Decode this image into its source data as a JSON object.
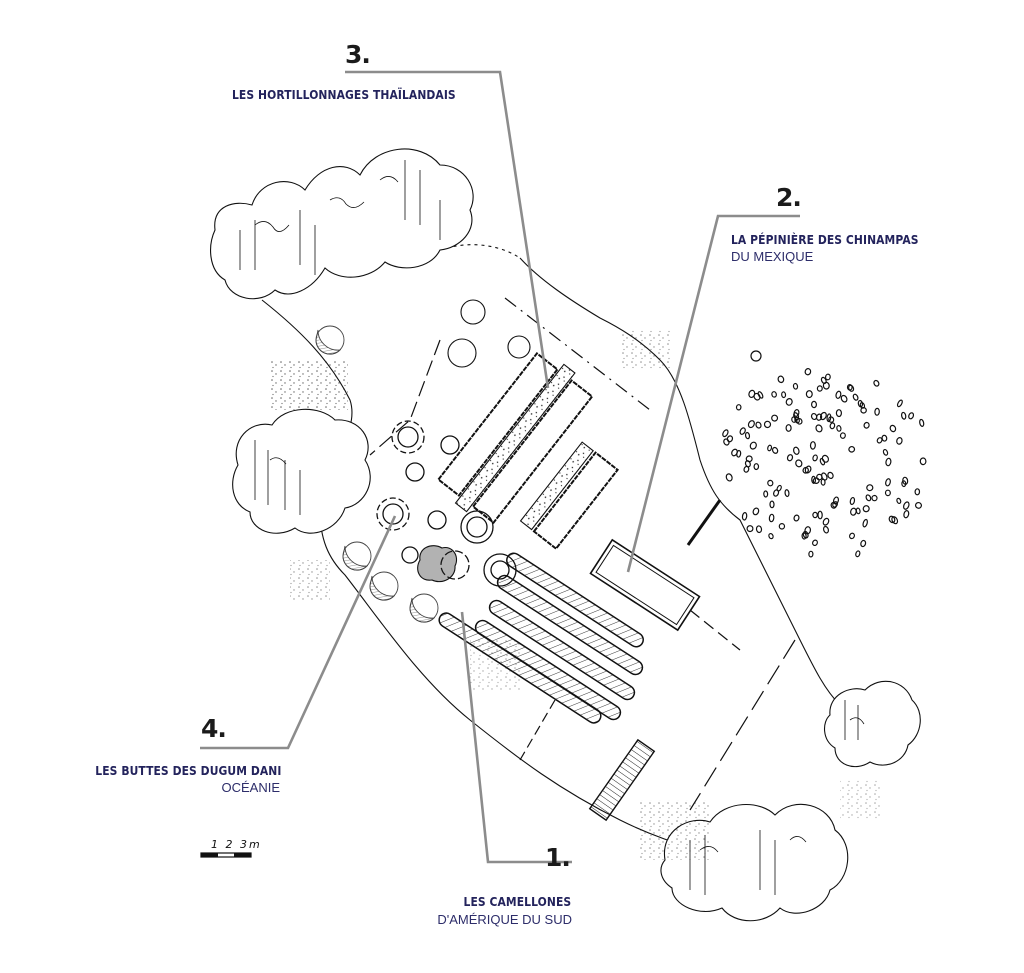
{
  "labels": [
    {
      "number": "1.",
      "title": "LES CAMELLONES",
      "subtitle": "D'AMÉRIQUE DU SUD"
    },
    {
      "number": "2.",
      "title": "LA PÉPINIÈRE DES CHINAMPAS",
      "subtitle": "DU MEXIQUE"
    },
    {
      "number": "3.",
      "title": "LES HORTILLONNAGES THAÏLANDAIS",
      "subtitle": ""
    },
    {
      "number": "4.",
      "title": "LES BUTTES DES DUGUM DANI",
      "subtitle": "OCÉANIE"
    }
  ],
  "scale_bar": {
    "label": "1 2 3m"
  },
  "colors": {
    "title": "#23235c",
    "subtitle": "#2d2d6a",
    "number": "#1b1b1b",
    "leader": "#8c8c8c",
    "ink": "#111111"
  }
}
